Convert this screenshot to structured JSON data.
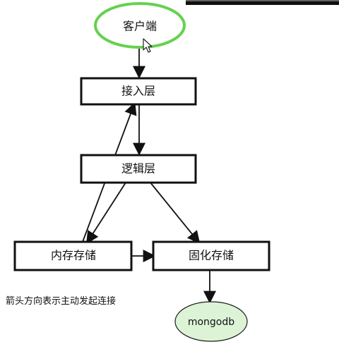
{
  "diagram": {
    "client_label": "客户端",
    "access_layer_label": "接入层",
    "logic_layer_label": "逻辑层",
    "memory_storage_label": "内存存储",
    "persistent_storage_label": "固化存储",
    "database_label": "mongodb",
    "note_text": "箭头方向表示主动发起连接"
  },
  "colors": {
    "client_outline": "#66d14f",
    "database_fill": "#ddf3d6",
    "database_outline": "#1a1a1a",
    "box_border": "#111111",
    "arrow": "#111111",
    "corner_overlay": "#0f0f0f"
  },
  "icons": {
    "cursor": "mouse-cursor-icon"
  }
}
